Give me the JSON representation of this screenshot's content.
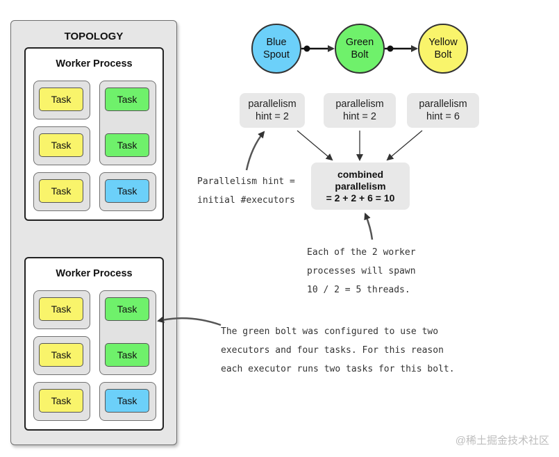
{
  "topology": {
    "title": "TOPOLOGY",
    "workers": [
      {
        "title": "Worker Process",
        "tasks": [
          {
            "label": "Task",
            "color": "#f9f46b"
          },
          {
            "label": "Task",
            "color": "#6ff16b"
          },
          {
            "label": "Task",
            "color": "#f9f46b"
          },
          {
            "label": "Task",
            "color": "#6ff16b"
          },
          {
            "label": "Task",
            "color": "#f9f46b"
          },
          {
            "label": "Task",
            "color": "#6cd0f9"
          }
        ]
      },
      {
        "title": "Worker Process",
        "tasks": [
          {
            "label": "Task",
            "color": "#f9f46b"
          },
          {
            "label": "Task",
            "color": "#6ff16b"
          },
          {
            "label": "Task",
            "color": "#f9f46b"
          },
          {
            "label": "Task",
            "color": "#6ff16b"
          },
          {
            "label": "Task",
            "color": "#f9f46b"
          },
          {
            "label": "Task",
            "color": "#6cd0f9"
          }
        ]
      }
    ]
  },
  "nodes": {
    "spout": {
      "line1": "Blue",
      "line2": "Spout",
      "color": "#6cd0f9"
    },
    "green_bolt": {
      "line1": "Green",
      "line2": "Bolt",
      "color": "#6ff16b"
    },
    "yellow_bolt": {
      "line1": "Yellow",
      "line2": "Bolt",
      "color": "#f9f46b"
    }
  },
  "hints": {
    "spout": {
      "line1": "parallelism",
      "line2": "hint = 2"
    },
    "green_bolt": {
      "line1": "parallelism",
      "line2": "hint = 2"
    },
    "yellow_bolt": {
      "line1": "parallelism",
      "line2": "hint = 6"
    }
  },
  "combined": {
    "line1": "combined",
    "line2": "parallelism",
    "line3": "= 2 + 2 + 6 = 10"
  },
  "notes": {
    "hint_note": [
      "Parallelism hint =",
      "initial #executors"
    ],
    "spawn_note": [
      "Each of the 2 worker",
      "processes will spawn",
      "10 / 2 = 5 threads."
    ],
    "bolt_note": [
      "The green bolt was configured to use two",
      "executors and four tasks.  For this reason",
      "each executor runs two tasks for this bolt."
    ]
  },
  "watermark": "@稀土掘金技术社区"
}
